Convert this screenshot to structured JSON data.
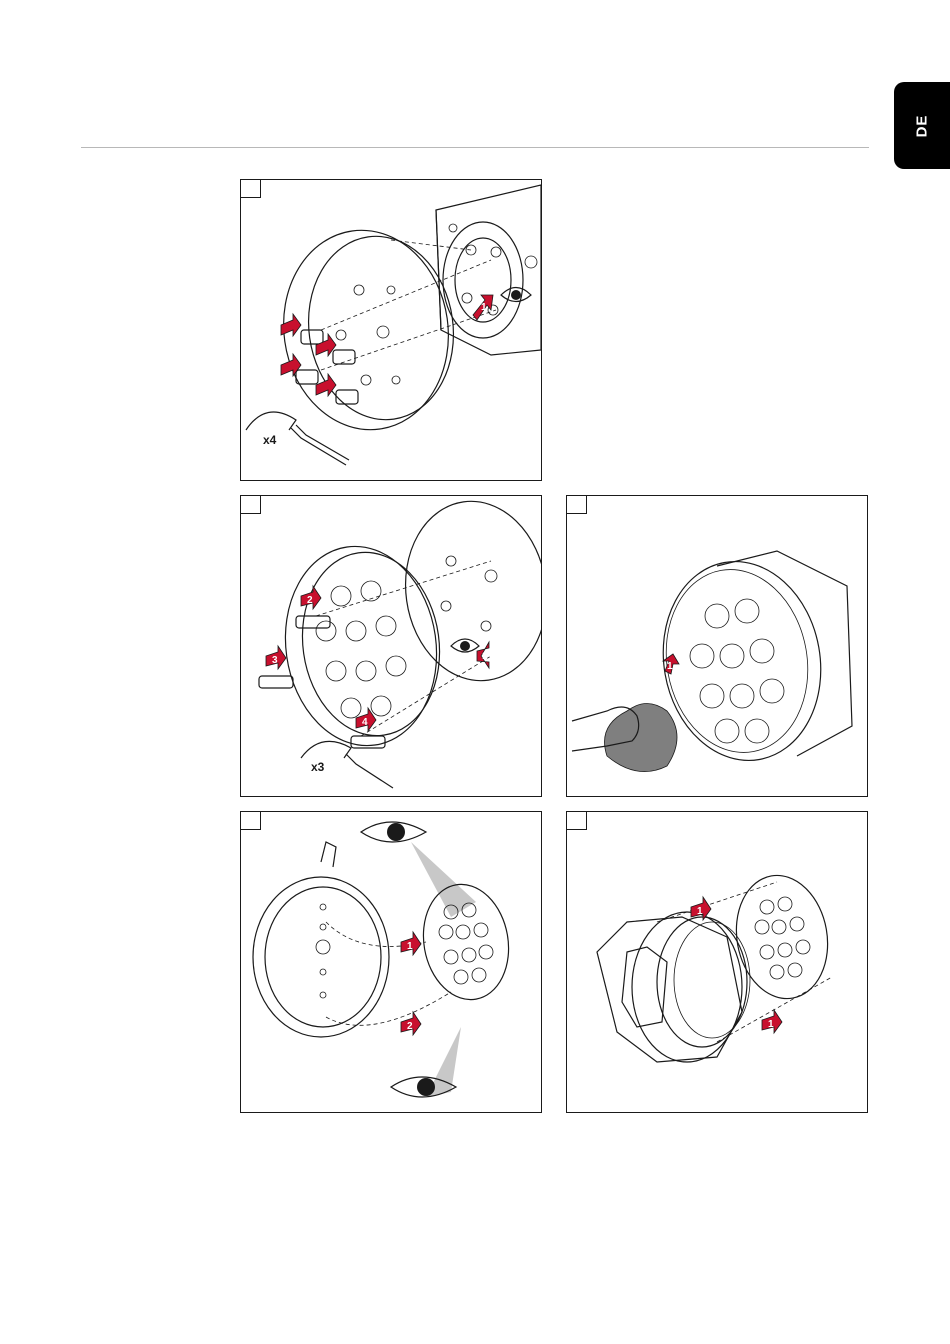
{
  "lang_tab": {
    "label": "DE"
  },
  "panels": [
    {
      "id": "A",
      "step_number": "",
      "multiplier": "x4",
      "markers": [
        "1"
      ]
    },
    {
      "id": "B",
      "step_number": "",
      "multiplier": "x3",
      "markers": [
        "1",
        "2",
        "3",
        "4"
      ]
    },
    {
      "id": "C",
      "step_number": "",
      "markers": [
        "1"
      ]
    },
    {
      "id": "D",
      "step_number": "",
      "markers": [
        "1",
        "2"
      ]
    },
    {
      "id": "E",
      "step_number": "",
      "markers": [
        "1",
        "1"
      ]
    }
  ]
}
